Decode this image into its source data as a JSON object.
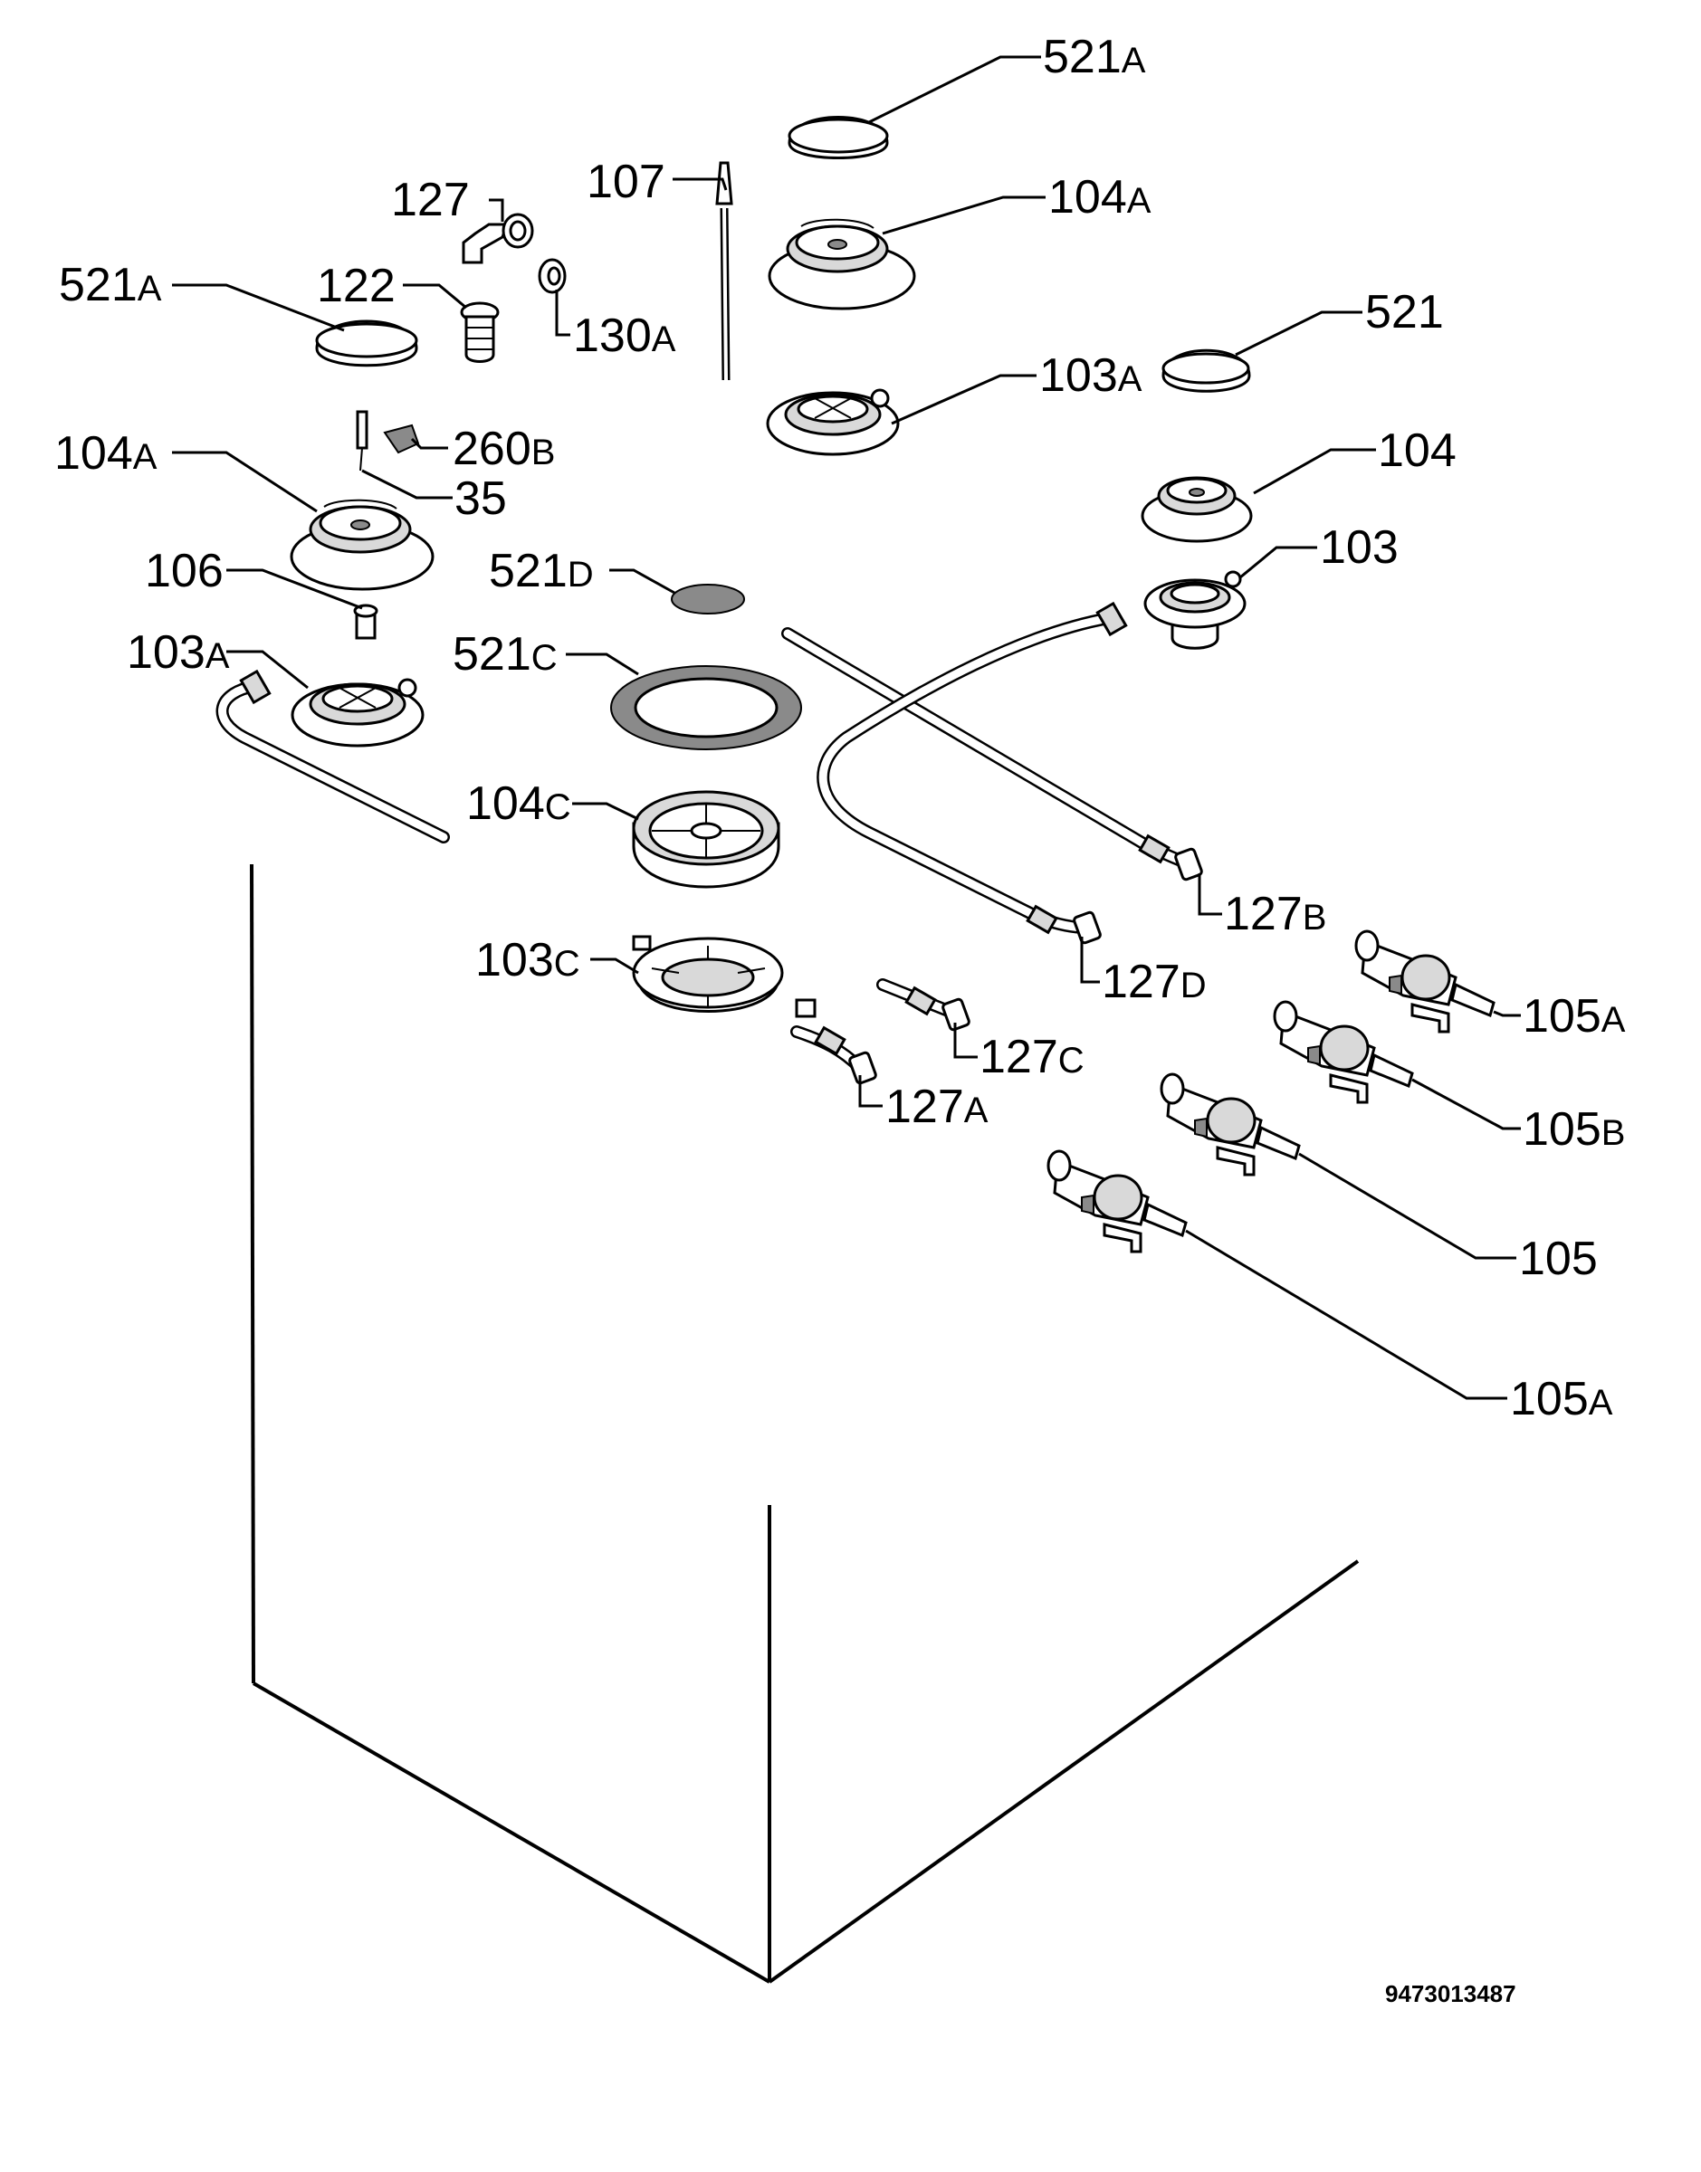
{
  "labels": {
    "l_521a_top": {
      "num": "521",
      "sfx": "A"
    },
    "l_104a_top": {
      "num": "104",
      "sfx": "A"
    },
    "l_107": {
      "num": "107",
      "sfx": ""
    },
    "l_127": {
      "num": "127",
      "sfx": ""
    },
    "l_122": {
      "num": "122",
      "sfx": ""
    },
    "l_130a": {
      "num": "130",
      "sfx": "A"
    },
    "l_521a_left": {
      "num": "521",
      "sfx": "A"
    },
    "l_521": {
      "num": "521",
      "sfx": ""
    },
    "l_103a_top": {
      "num": "103",
      "sfx": "A"
    },
    "l_260b": {
      "num": "260",
      "sfx": "B"
    },
    "l_104a_left": {
      "num": "104",
      "sfx": "A"
    },
    "l_104": {
      "num": "104",
      "sfx": ""
    },
    "l_35": {
      "num": "35",
      "sfx": ""
    },
    "l_103": {
      "num": "103",
      "sfx": ""
    },
    "l_106": {
      "num": "106",
      "sfx": ""
    },
    "l_521d": {
      "num": "521",
      "sfx": "D"
    },
    "l_103a_left": {
      "num": "103",
      "sfx": "A"
    },
    "l_521c": {
      "num": "521",
      "sfx": "C"
    },
    "l_104c": {
      "num": "104",
      "sfx": "C"
    },
    "l_127b": {
      "num": "127",
      "sfx": "B"
    },
    "l_103c": {
      "num": "103",
      "sfx": "C"
    },
    "l_127d": {
      "num": "127",
      "sfx": "D"
    },
    "l_105a_top": {
      "num": "105",
      "sfx": "A"
    },
    "l_127c": {
      "num": "127",
      "sfx": "C"
    },
    "l_127a": {
      "num": "127",
      "sfx": "A"
    },
    "l_105b": {
      "num": "105",
      "sfx": "B"
    },
    "l_105": {
      "num": "105",
      "sfx": ""
    },
    "l_105a_bottom": {
      "num": "105",
      "sfx": "A"
    }
  },
  "document_number": "9473013487"
}
